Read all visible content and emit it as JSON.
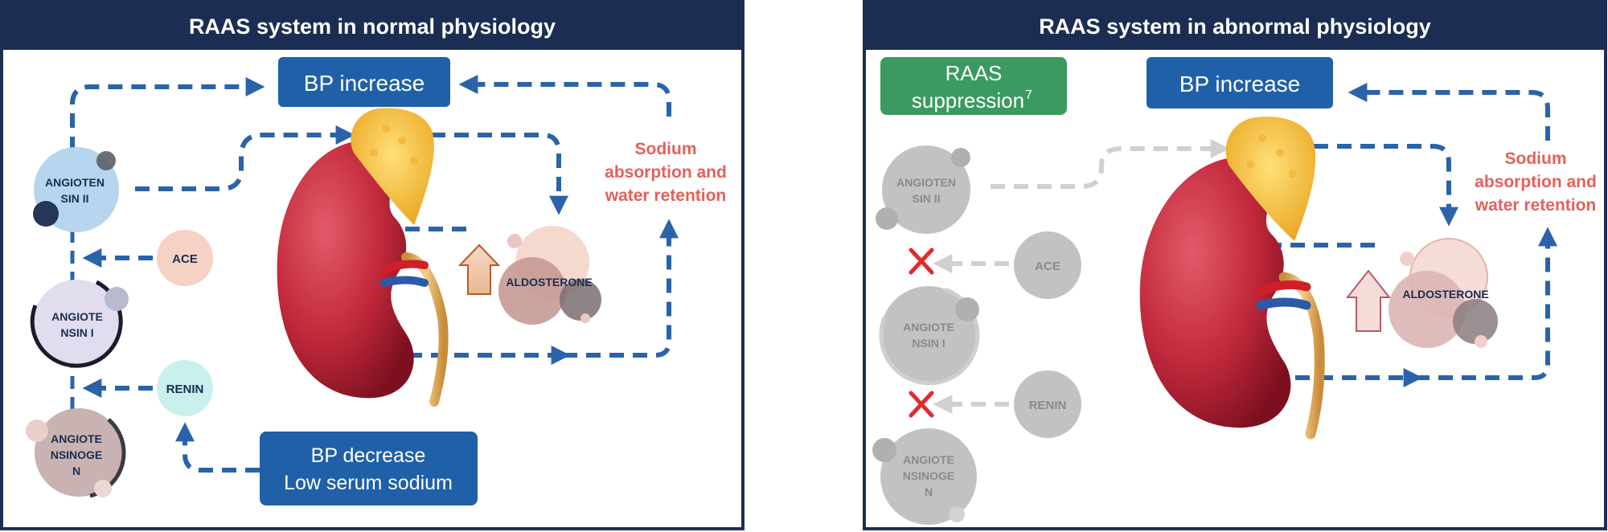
{
  "panels": [
    {
      "title": "RAAS system in normal physiology",
      "bp_increase": "BP increase",
      "bp_decrease_line1": "BP decrease",
      "bp_decrease_line2": "Low serum sodium",
      "sodium_line1": "Sodium",
      "sodium_line2": "absorption and",
      "sodium_line3": "water retention",
      "angiotensin_ii_line1": "ANGIOTEN",
      "angiotensin_ii_line2": "SIN II",
      "angiotensin_i_line1": "ANGIOTE",
      "angiotensin_i_line2": "NSIN I",
      "angiotensinogen_line1": "ANGIOTE",
      "angiotensinogen_line2": "NSINOGE",
      "angiotensinogen_line3": "N",
      "ace": "ACE",
      "renin": "RENIN",
      "aldosterone": "ALDOSTERONE"
    },
    {
      "title": "RAAS system in abnormal physiology",
      "bp_increase": "BP increase",
      "raas_suppression_line1": "RAAS",
      "raas_suppression_line2": "suppression",
      "raas_suppression_sup": "7",
      "sodium_line1": "Sodium",
      "sodium_line2": "absorption and",
      "sodium_line3": "water retention",
      "angiotensin_ii_line1": "ANGIOTEN",
      "angiotensin_ii_line2": "SIN II",
      "angiotensin_i_line1": "ANGIOTE",
      "angiotensin_i_line2": "NSIN I",
      "angiotensinogen_line1": "ANGIOTE",
      "angiotensinogen_line2": "NSINOGE",
      "angiotensinogen_line3": "N",
      "ace": "ACE",
      "renin": "RENIN",
      "aldosterone": "ALDOSTERONE"
    }
  ],
  "colors": {
    "navy": "#1b2d52",
    "blue_box": "#2060a8",
    "green_box": "#3a9a5f",
    "arrow": "#2a63aa",
    "sodium_text": "#e4605a",
    "inhibit": "#e02a2a",
    "grey": "#c2c2c2"
  }
}
